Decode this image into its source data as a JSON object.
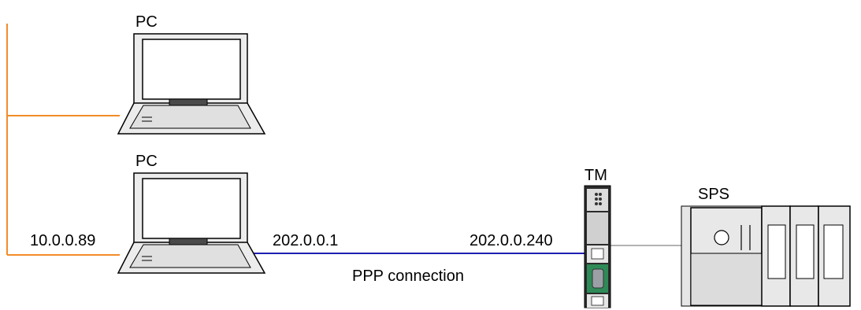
{
  "labels": {
    "pc_top": "PC",
    "pc_bottom": "PC",
    "tm": "TM",
    "sps": "SPS",
    "ip_pc_lan": "10.0.0.89",
    "ip_pc_ppp": "202.0.0.1",
    "ip_tm": "202.0.0.240",
    "ppp_connection": "PPP connection"
  },
  "colors": {
    "lan_line": "#f28c28",
    "ppp_line": "#1f1fb0",
    "plc_link": "#999999",
    "device_body": "#ececec",
    "screen_frame": "#4a4a4a",
    "tm_body": "#2b2b2b",
    "tm_port_green": "#2e8b57"
  },
  "icons": {
    "pc_top": "laptop-icon",
    "pc_bottom": "laptop-icon",
    "tm": "teleservice-module-icon",
    "sps": "plc-rack-icon"
  }
}
